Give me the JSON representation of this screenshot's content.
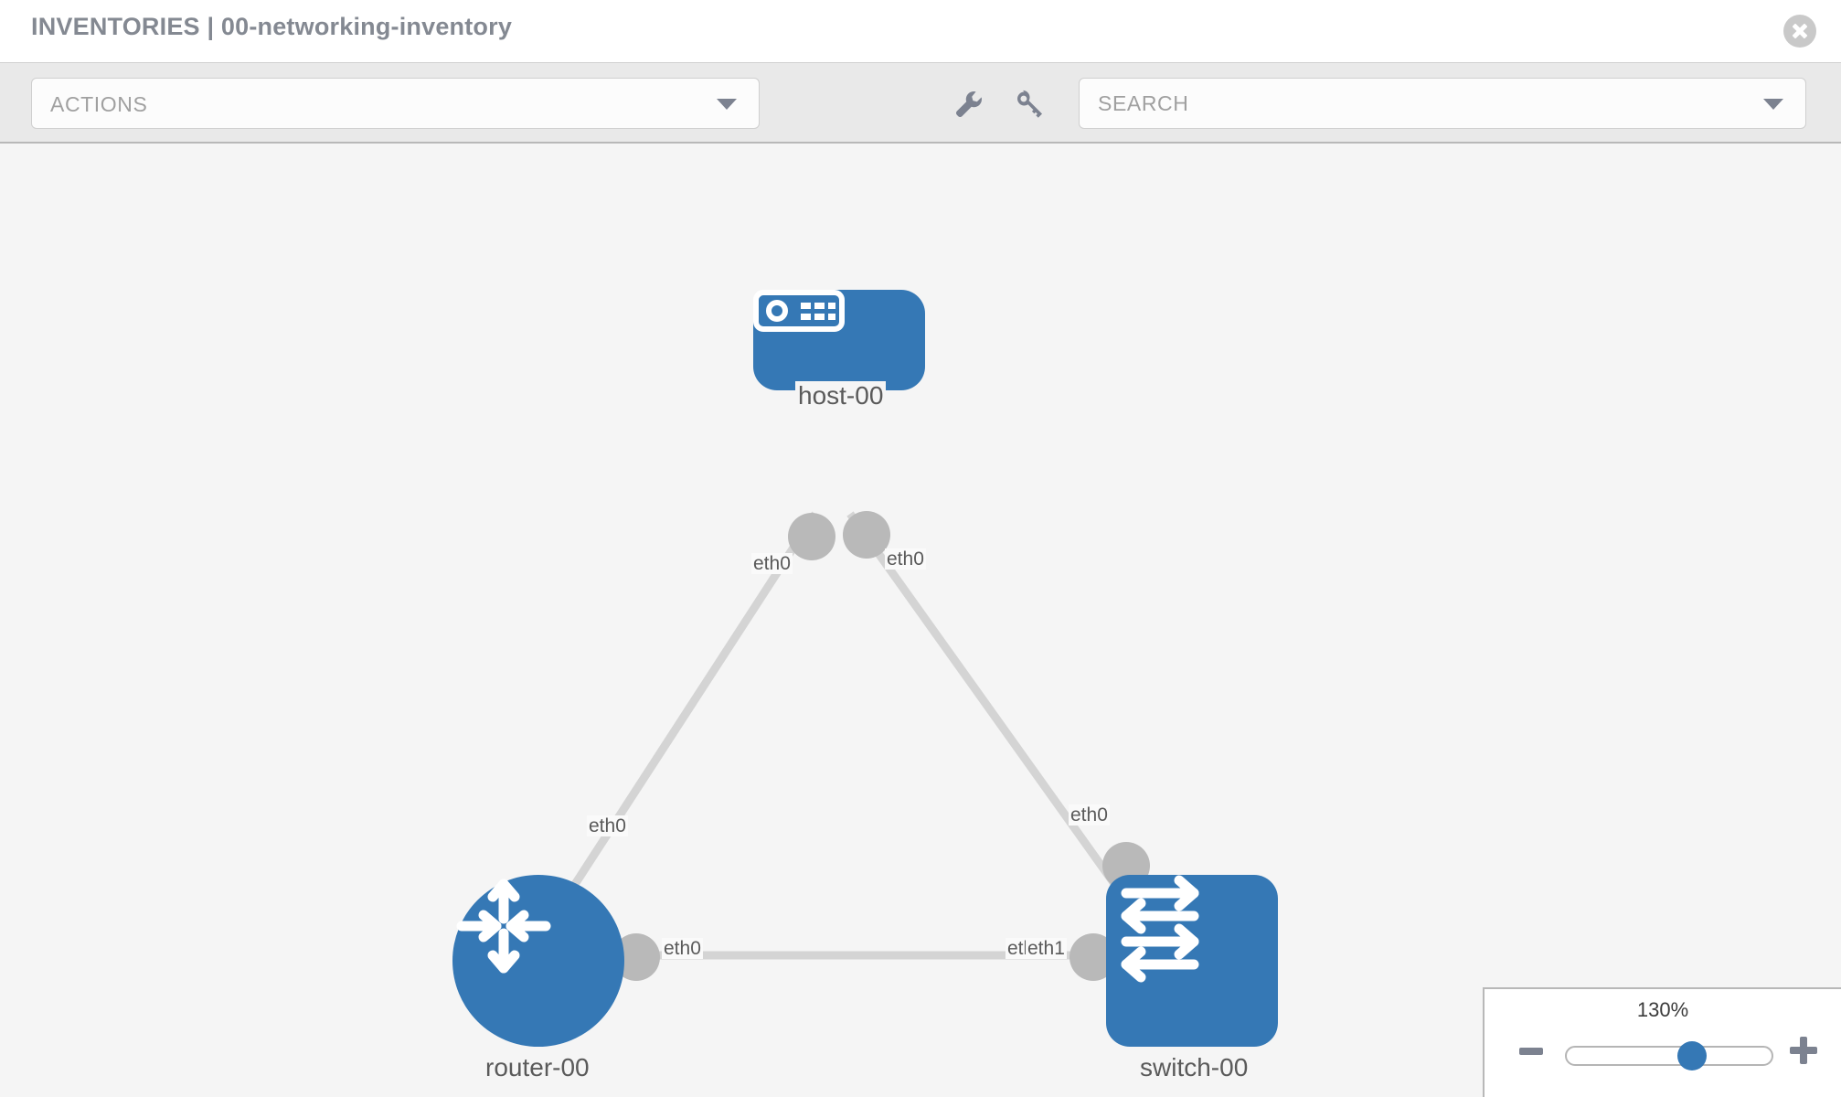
{
  "header": {
    "title": "INVENTORIES | 00-networking-inventory",
    "close_label": "close-icon"
  },
  "toolbar": {
    "actions_label": "ACTIONS",
    "actions_caret": "chevron-down-icon",
    "wrench_icon": "wrench-icon",
    "key_icon": "key-icon",
    "search_placeholder": "SEARCH",
    "search_value": "",
    "search_caret": "chevron-down-icon"
  },
  "topology": {
    "nodes": [
      {
        "id": "host-00",
        "label": "host-00",
        "type": "host",
        "icon": "server-icon"
      },
      {
        "id": "router-00",
        "label": "router-00",
        "type": "router",
        "icon": "router-arrows-icon"
      },
      {
        "id": "switch-00",
        "label": "switch-00",
        "type": "switch",
        "icon": "switch-arrows-icon"
      }
    ],
    "links": [
      {
        "from": "host-00",
        "to": "router-00",
        "from_interface": "eth0",
        "to_interface": "eth0"
      },
      {
        "from": "host-00",
        "to": "switch-00",
        "from_interface": "eth0",
        "to_interface": "eth0"
      },
      {
        "from": "router-00",
        "to": "switch-00",
        "from_interface": "eth0",
        "to_interface": "eth1"
      }
    ],
    "edge_labels": {
      "host_left": "eth0",
      "host_right": "eth0",
      "router_up": "eth0",
      "switch_up": "eth0",
      "router_right": "eth0",
      "switch_left_a": "eth",
      "switch_left_b": "eth1"
    }
  },
  "zoom": {
    "percent_label": "130%",
    "minus_label": "zoom-out",
    "plus_label": "zoom-in",
    "value": 130,
    "thumb_position_pct": 61
  },
  "colors": {
    "node_blue": "#3578b5",
    "canvas_bg": "#f5f5f5",
    "toolbar_bg": "#e9e9e9",
    "edge_gray": "#d4d4d4",
    "endpoint_gray": "#b9b9b9",
    "text_gray": "#5a5a5a",
    "title_gray": "#848992"
  }
}
